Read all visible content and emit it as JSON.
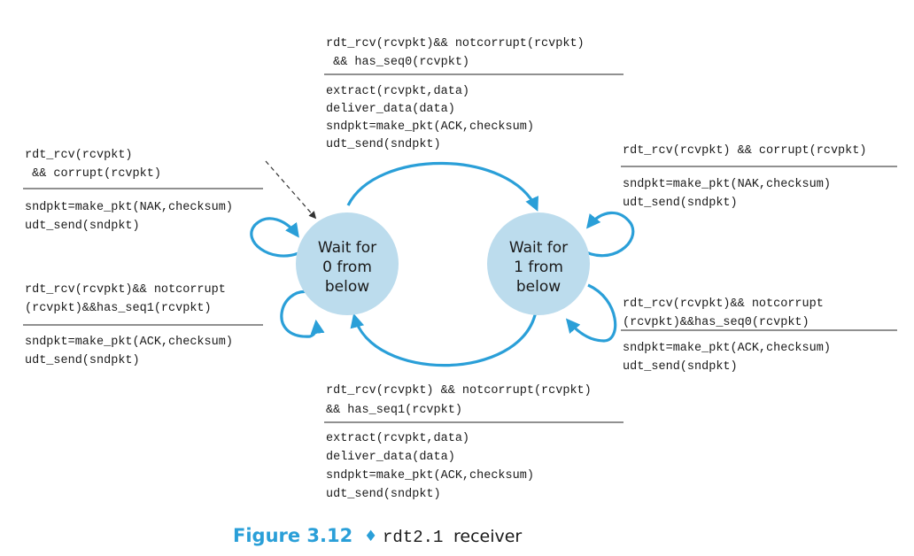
{
  "states": [
    {
      "lines": [
        "Wait for",
        "0 from",
        "below"
      ]
    },
    {
      "lines": [
        "Wait for",
        "1 from",
        "below"
      ]
    }
  ],
  "transitions": {
    "top": {
      "event": [
        "rdt_rcv(rcvpkt)&& notcorrupt(rcvpkt)",
        " && has_seq0(rcvpkt)"
      ],
      "actions": [
        "extract(rcvpkt,data)",
        "deliver_data(data)",
        "sndpkt=make_pkt(ACK,checksum)",
        "udt_send(sndpkt)"
      ]
    },
    "bottom": {
      "event": [
        "rdt_rcv(rcvpkt) && notcorrupt(rcvpkt)",
        "&& has_seq1(rcvpkt)"
      ],
      "actions": [
        "extract(rcvpkt,data)",
        "deliver_data(data)",
        "sndpkt=make_pkt(ACK,checksum)",
        "udt_send(sndpkt)"
      ]
    },
    "left_upper": {
      "event": [
        "rdt_rcv(rcvpkt)",
        " && corrupt(rcvpkt)"
      ],
      "actions": [
        "sndpkt=make_pkt(NAK,checksum)",
        "udt_send(sndpkt)"
      ]
    },
    "left_lower": {
      "event": [
        "rdt_rcv(rcvpkt)&& notcorrupt",
        "(rcvpkt)&&has_seq1(rcvpkt)"
      ],
      "actions": [
        "sndpkt=make_pkt(ACK,checksum)",
        "udt_send(sndpkt)"
      ]
    },
    "right_upper": {
      "event": [
        "rdt_rcv(rcvpkt) && corrupt(rcvpkt)"
      ],
      "actions": [
        "sndpkt=make_pkt(NAK,checksum)",
        "udt_send(sndpkt)"
      ]
    },
    "right_lower": {
      "event": [
        "rdt_rcv(rcvpkt)&& notcorrupt",
        "(rcvpkt)&&has_seq0(rcvpkt)"
      ],
      "actions": [
        "sndpkt=make_pkt(ACK,checksum)",
        "udt_send(sndpkt)"
      ]
    }
  },
  "caption": {
    "figure": "Figure 3.12",
    "symbol": "♦",
    "mono": "rdt2.1",
    "text": "receiver"
  },
  "colors": {
    "accent": "#2a9fd8",
    "state_fill": "#bcdced"
  }
}
